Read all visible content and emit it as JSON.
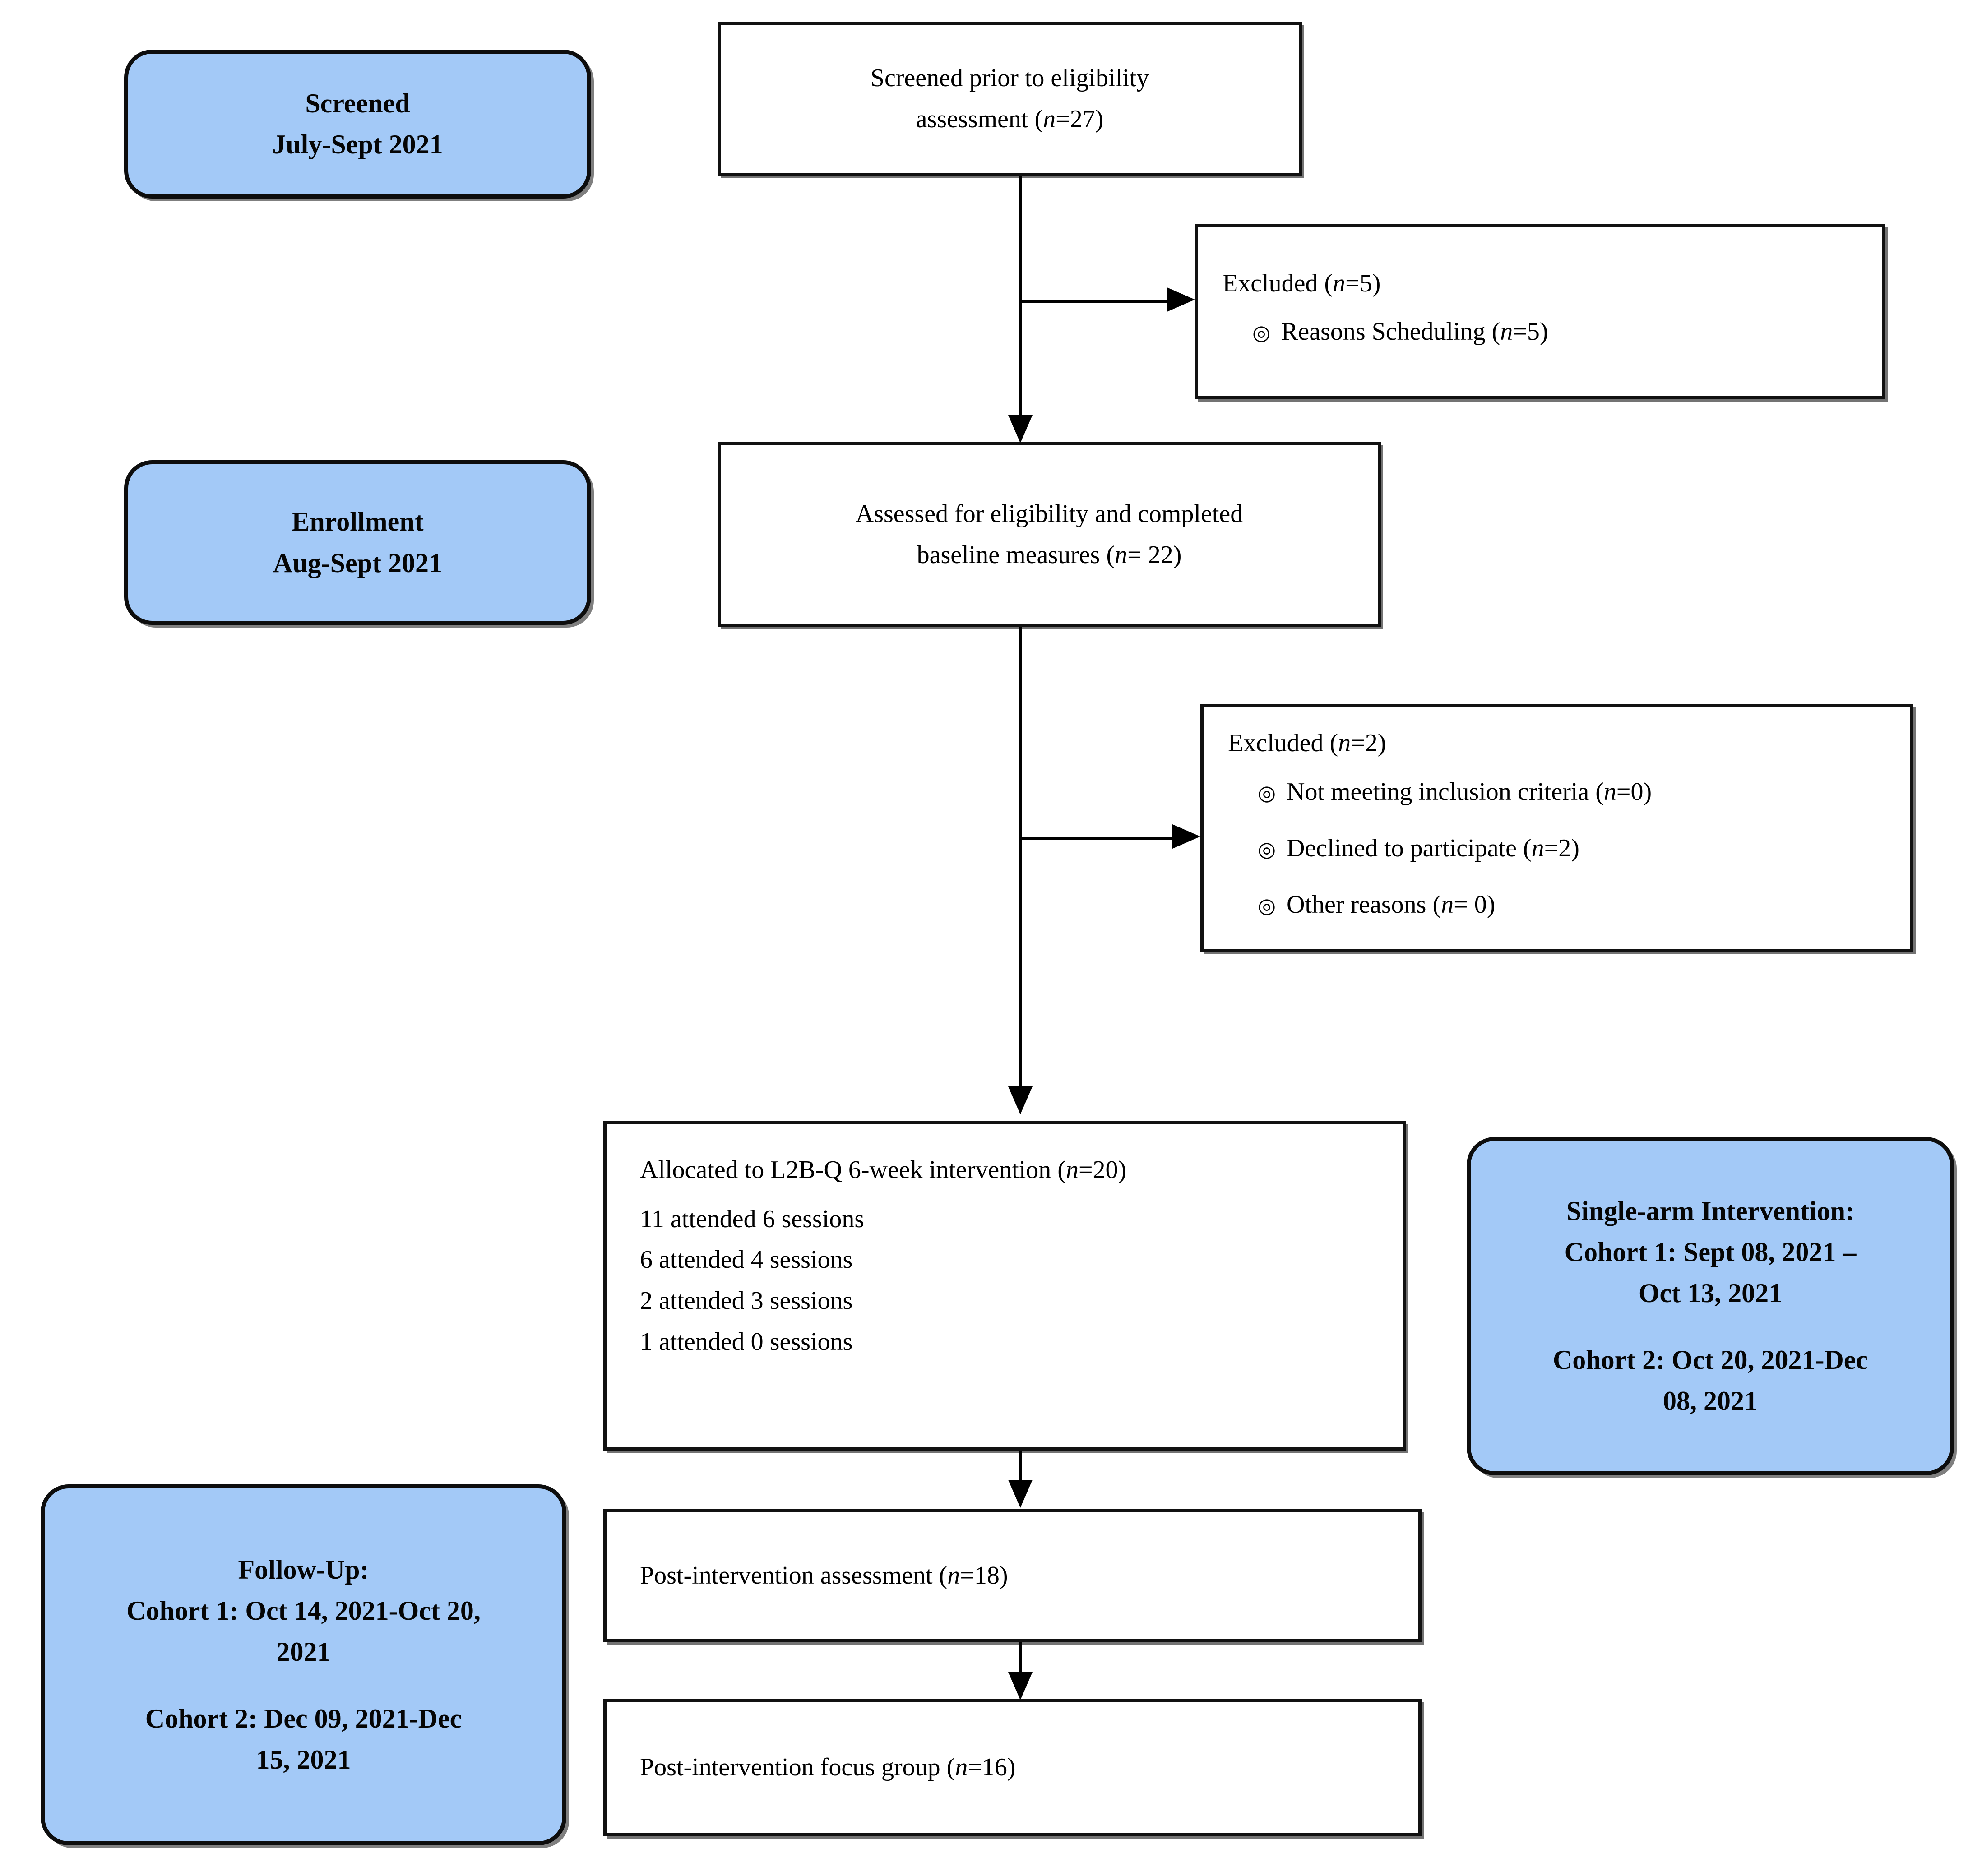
{
  "diagram": {
    "title": "CONSORT participant flow diagram",
    "colors": {
      "blue_fill": "#a3c9f7",
      "border": "#111111",
      "text": "#000000",
      "background": "#ffffff"
    },
    "bullet_glyph": "◎"
  },
  "stage_labels": {
    "screened": {
      "line1": "Screened",
      "line2": "July-Sept 2021"
    },
    "enrollment": {
      "line1": "Enrollment",
      "line2": "Aug-Sept 2021"
    },
    "intervention": {
      "line1": "Single-arm Intervention:",
      "line2": "Cohort 1: Sept 08, 2021 –",
      "line3": "Oct 13, 2021",
      "line4": "Cohort 2: Oct 20, 2021-Dec",
      "line5": "08, 2021"
    },
    "followup": {
      "line1": "Follow-Up:",
      "line2": "Cohort 1: Oct 14, 2021-Oct 20,",
      "line3": "2021",
      "line4": "Cohort 2: Dec 09, 2021-Dec",
      "line5": "15, 2021"
    }
  },
  "flow": {
    "screened_box": {
      "line1_a": "Screened prior to eligibility",
      "line2_a": "assessment (",
      "line2_n": "n",
      "line2_b": "=27)"
    },
    "excluded_1": {
      "heading_a": "Excluded (",
      "heading_n": "n",
      "heading_b": "=5)",
      "reasons": [
        {
          "text_a": "Reasons Scheduling (",
          "n": "n",
          "text_b": "=5)"
        }
      ]
    },
    "assessed_box": {
      "line1": "Assessed for eligibility and completed",
      "line2_a": "baseline measures (",
      "line2_n": "n",
      "line2_b": "= 22)"
    },
    "excluded_2": {
      "heading_a": "Excluded (",
      "heading_n": "n",
      "heading_b": "=2)",
      "reasons": [
        {
          "text_a": "Not meeting inclusion criteria (",
          "n": "n",
          "text_b": "=0)"
        },
        {
          "text_a": "Declined to participate (",
          "n": "n",
          "text_b": "=2)"
        },
        {
          "text_a": "Other reasons (",
          "n": "n",
          "text_b": "= 0)"
        }
      ]
    },
    "allocated_box": {
      "line1_a": "Allocated to L2B-Q 6-week intervention  (",
      "line1_n": "n",
      "line1_b": "=20)",
      "attendance": [
        "11 attended 6 sessions",
        " 6 attended 4 sessions",
        " 2 attended 3 sessions",
        " 1 attended 0 sessions"
      ]
    },
    "post_assessment_box": {
      "line1_a": "Post-intervention assessment (",
      "line1_n": "n",
      "line1_b": "=18)"
    },
    "post_focus_group_box": {
      "line1_a": "Post-intervention focus group (",
      "line1_n": "n",
      "line1_b": "=16)"
    }
  }
}
